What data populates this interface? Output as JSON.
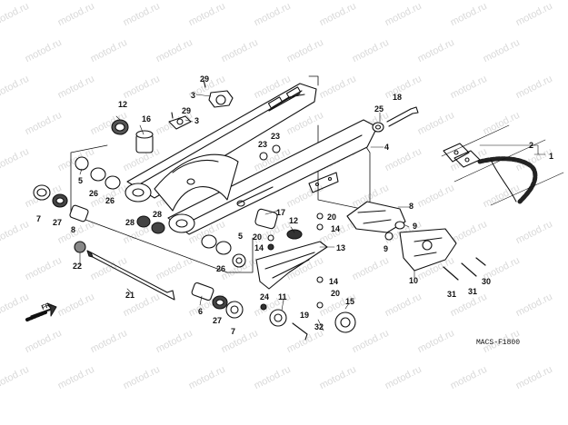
{
  "watermark": "motod.ru",
  "part_code": "MACS-F1800",
  "fr_arrow_label": "FR.",
  "callouts": [
    {
      "id": "c1",
      "label": "1"
    },
    {
      "id": "c2",
      "label": "2"
    },
    {
      "id": "c3a",
      "label": "3"
    },
    {
      "id": "c3b",
      "label": "3"
    },
    {
      "id": "c4",
      "label": "4"
    },
    {
      "id": "c5a",
      "label": "5"
    },
    {
      "id": "c5b",
      "label": "5"
    },
    {
      "id": "c6",
      "label": "6"
    },
    {
      "id": "c7a",
      "label": "7"
    },
    {
      "id": "c7b",
      "label": "7"
    },
    {
      "id": "c8a",
      "label": "8"
    },
    {
      "id": "c8b",
      "label": "8"
    },
    {
      "id": "c9",
      "label": "9"
    },
    {
      "id": "c9b",
      "label": "9"
    },
    {
      "id": "c10",
      "label": "10"
    },
    {
      "id": "c11",
      "label": "11"
    },
    {
      "id": "c12a",
      "label": "12"
    },
    {
      "id": "c12b",
      "label": "12"
    },
    {
      "id": "c13",
      "label": "13"
    },
    {
      "id": "c14a",
      "label": "14"
    },
    {
      "id": "c14b",
      "label": "14"
    },
    {
      "id": "c14c",
      "label": "14"
    },
    {
      "id": "c15",
      "label": "15"
    },
    {
      "id": "c16",
      "label": "16"
    },
    {
      "id": "c17",
      "label": "17"
    },
    {
      "id": "c18",
      "label": "18"
    },
    {
      "id": "c19",
      "label": "19"
    },
    {
      "id": "c20a",
      "label": "20"
    },
    {
      "id": "c20b",
      "label": "20"
    },
    {
      "id": "c20c",
      "label": "20"
    },
    {
      "id": "c21",
      "label": "21"
    },
    {
      "id": "c22",
      "label": "22"
    },
    {
      "id": "c23a",
      "label": "23"
    },
    {
      "id": "c23b",
      "label": "23"
    },
    {
      "id": "c24",
      "label": "24"
    },
    {
      "id": "c25",
      "label": "25"
    },
    {
      "id": "c26a",
      "label": "26"
    },
    {
      "id": "c26b",
      "label": "26"
    },
    {
      "id": "c26c",
      "label": "26"
    },
    {
      "id": "c27a",
      "label": "27"
    },
    {
      "id": "c27b",
      "label": "27"
    },
    {
      "id": "c28a",
      "label": "28"
    },
    {
      "id": "c28b",
      "label": "28"
    },
    {
      "id": "c29a",
      "label": "29"
    },
    {
      "id": "c29b",
      "label": "29"
    },
    {
      "id": "c30",
      "label": "30"
    },
    {
      "id": "c31a",
      "label": "31"
    },
    {
      "id": "c31b",
      "label": "31"
    },
    {
      "id": "c32",
      "label": "32"
    }
  ]
}
